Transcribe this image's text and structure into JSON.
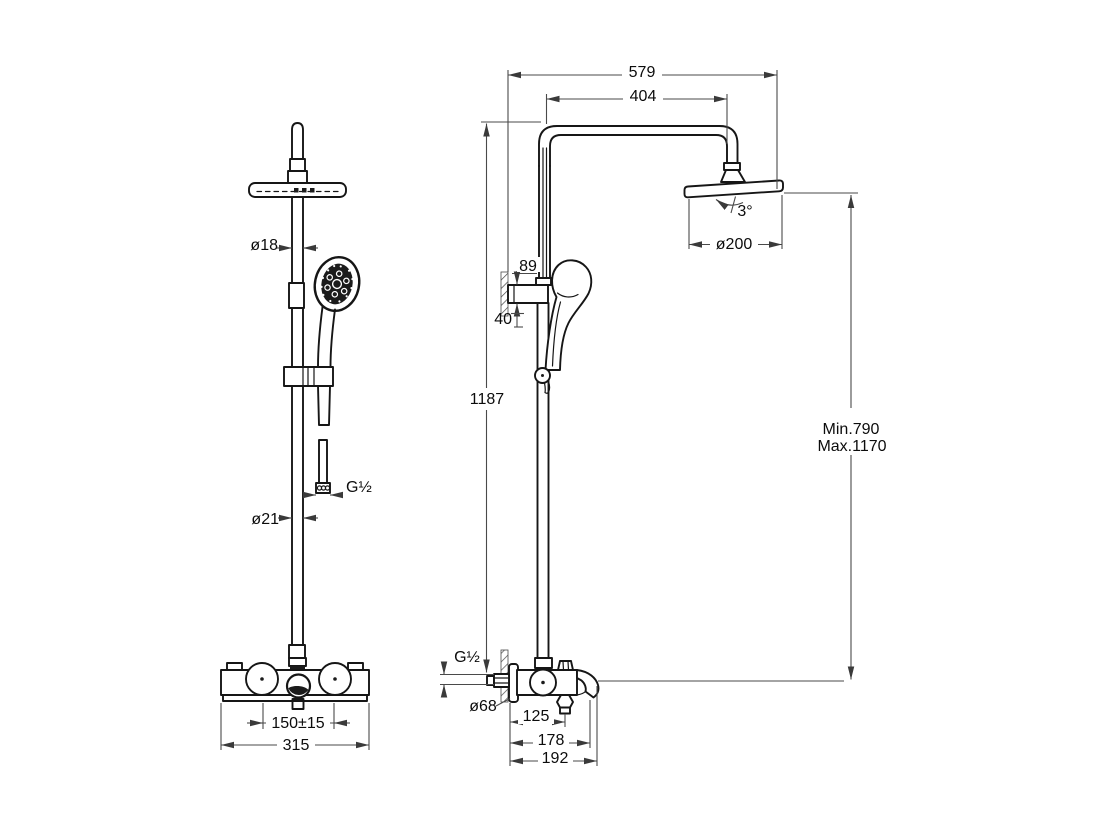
{
  "page": {
    "background": "#ffffff",
    "object_line_color": "#161616",
    "dimension_line_color": "#4a4a4a"
  },
  "front_view": {
    "dims": {
      "pipe_diameter": "ø18",
      "hose_thread": "G½",
      "column_diameter": "ø21",
      "inlet_spacing": "150±15",
      "overall_width": "315"
    }
  },
  "side_view": {
    "dims": {
      "overall_reach": "579",
      "arm_reach": "404",
      "head_angle": "3°",
      "head_diameter": "ø200",
      "bracket_offset": "89",
      "bracket_height": "40",
      "riser_height": "1187",
      "height_min": "Min.790",
      "height_max": "Max.1170",
      "inlet_thread": "G½",
      "escutcheon_diameter": "ø68",
      "wall_to_handle": "125",
      "wall_to_spout": "178",
      "overall_depth": "192"
    }
  }
}
